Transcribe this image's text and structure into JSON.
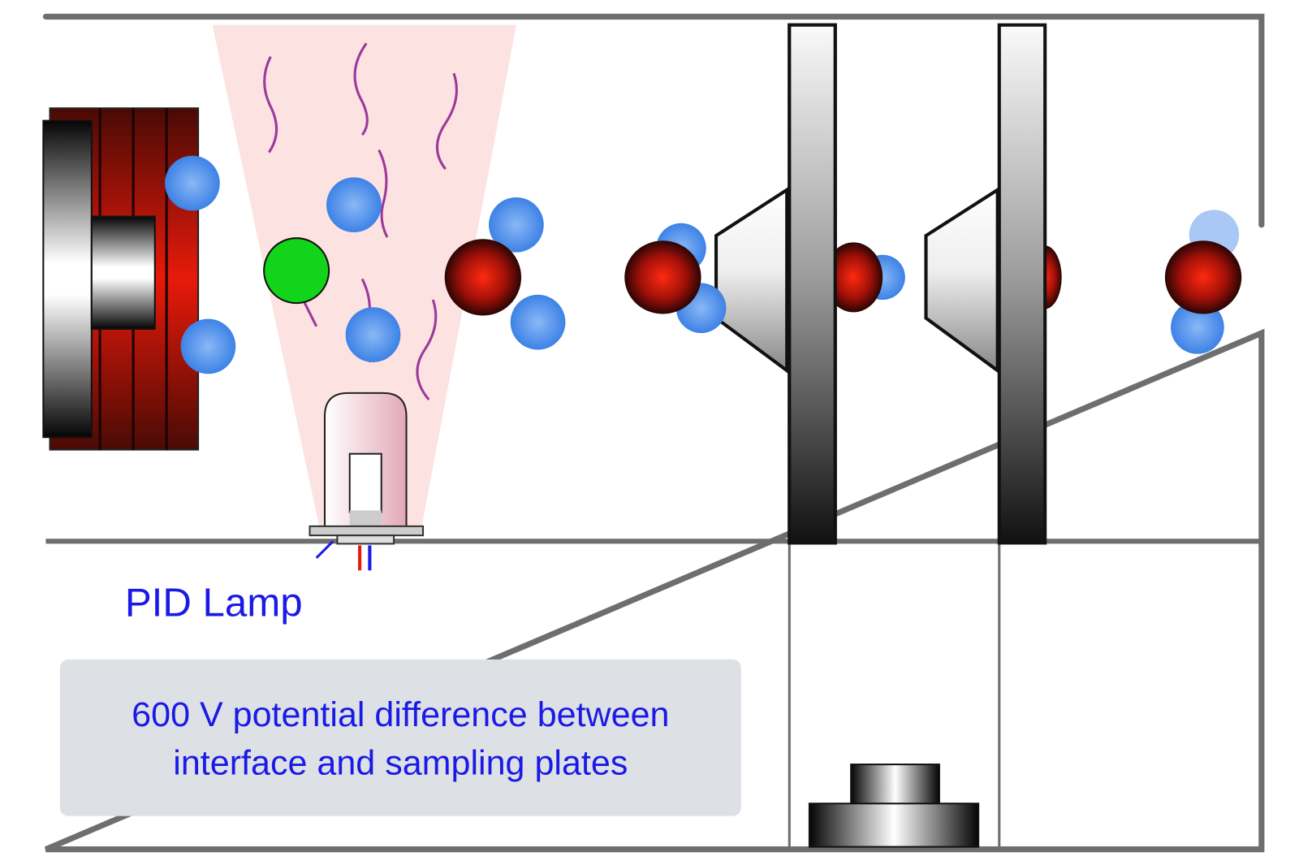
{
  "diagram": {
    "lamp_label": "PID Lamp",
    "info_box": {
      "line1": "600 V potential difference between",
      "line2": "interface and sampling plates"
    }
  },
  "colors": {
    "text": "#1a1ae6",
    "frame": "#6e6e6e",
    "beam": "#fde2e2",
    "ion_blue": "#4a90e8",
    "analyte_green": "#12d41a",
    "molecule_red": "#e01808",
    "heater_red": "#c01a0a",
    "info_box_bg": "#dde1e6"
  }
}
